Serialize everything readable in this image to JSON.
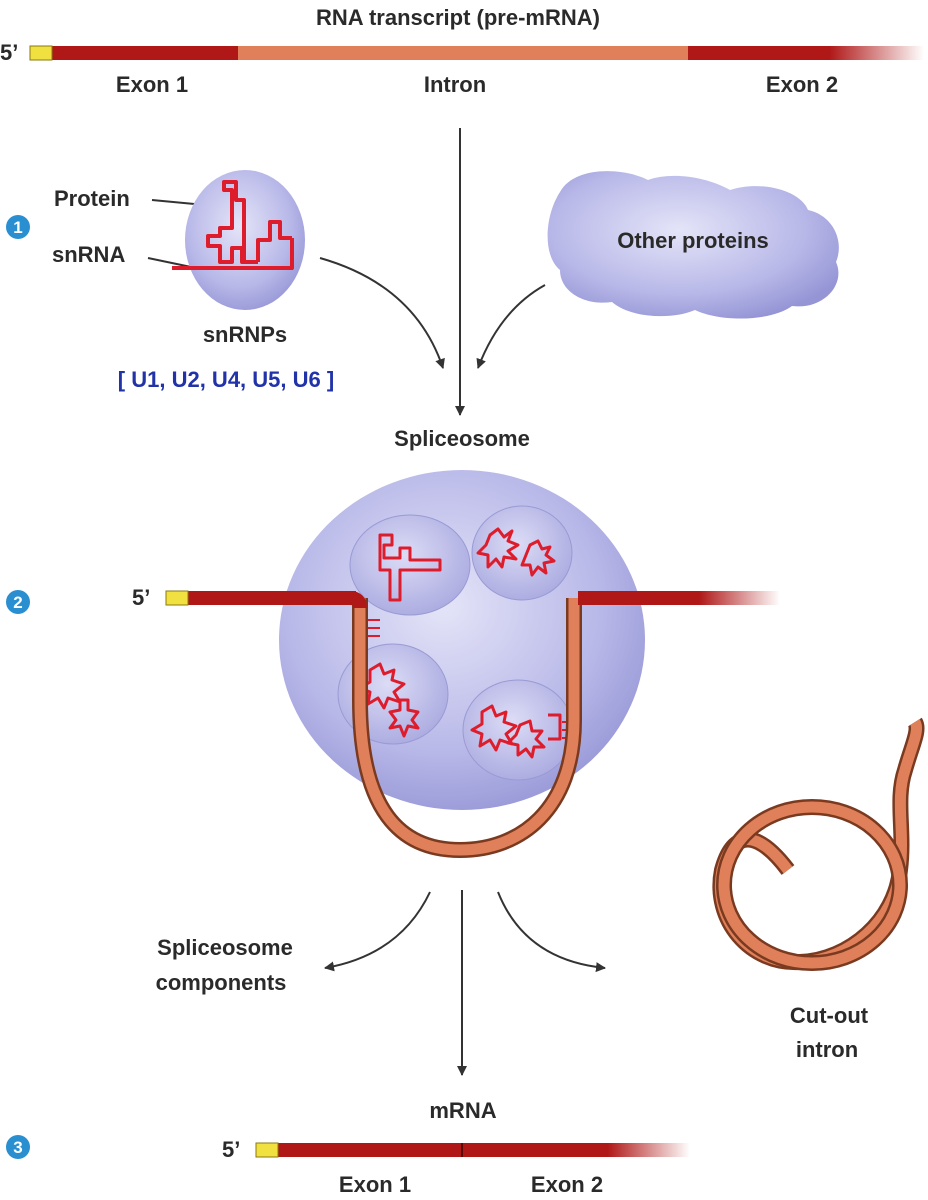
{
  "title": "RNA transcript (pre-mRNA)",
  "five_prime": "5’",
  "exon1": "Exon 1",
  "intron": "Intron",
  "exon2": "Exon 2",
  "steps": [
    "1",
    "2",
    "3"
  ],
  "protein_label": "Protein",
  "snrna_label": "snRNA",
  "snrnps_label": "snRNPs",
  "snrnp_types": "[ U1, U2, U4, U5, U6 ]",
  "other_proteins": "Other proteins",
  "spliceosome": "Spliceosome",
  "components_line1": "Spliceosome",
  "components_line2": "components",
  "cutout_line1": "Cut-out",
  "cutout_line2": "intron",
  "mrna": "mRNA",
  "colors": {
    "exon": "#b01818",
    "intron": "#e0805a",
    "cap": "#f0e040",
    "snrnp": "#b8b8e8",
    "snrna": "#dd1c2c",
    "step": "#2a8fd0"
  }
}
